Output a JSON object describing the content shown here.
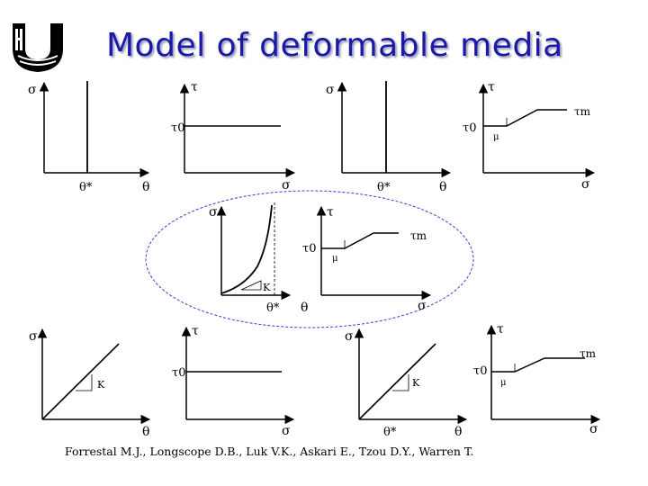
{
  "title": "Model of deformable media",
  "citation": "Forrestal M.J., Longscope D.B., Luk V.K., Askari E., Tzou D.Y., Warren T.",
  "colors": {
    "title": "#1a1aa6",
    "axis": "#000000",
    "ellipse": "#3b3bd0"
  },
  "icons": {
    "logo": "nnsu-logo-icon"
  },
  "labels": {
    "p1": {
      "y": "σ",
      "x": "θ",
      "mark": "θ*"
    },
    "p2": {
      "y": "τ",
      "x": "σ",
      "level": "τ0"
    },
    "p3": {
      "y": "σ",
      "x": "θ",
      "mark": "θ*"
    },
    "p4": {
      "y": "τ",
      "x": "σ",
      "level": "τ0",
      "plateau": "τm",
      "slope": "μ"
    },
    "c1": {
      "y": "σ",
      "x": "θ",
      "mark": "θ*",
      "slope": "K"
    },
    "c2": {
      "y": "τ",
      "x": "σ",
      "level": "τ0",
      "plateau": "τm",
      "slope": "μ"
    },
    "b1": {
      "y": "σ",
      "x": "θ",
      "slope": "K"
    },
    "b2": {
      "y": "τ",
      "x": "σ",
      "level": "τ0"
    },
    "b3": {
      "y": "σ",
      "x": "θ",
      "mark": "θ*",
      "slope": "K"
    },
    "b4": {
      "y": "τ",
      "x": "σ",
      "level": "τ0",
      "plateau": "τm",
      "slope": "μ"
    }
  }
}
